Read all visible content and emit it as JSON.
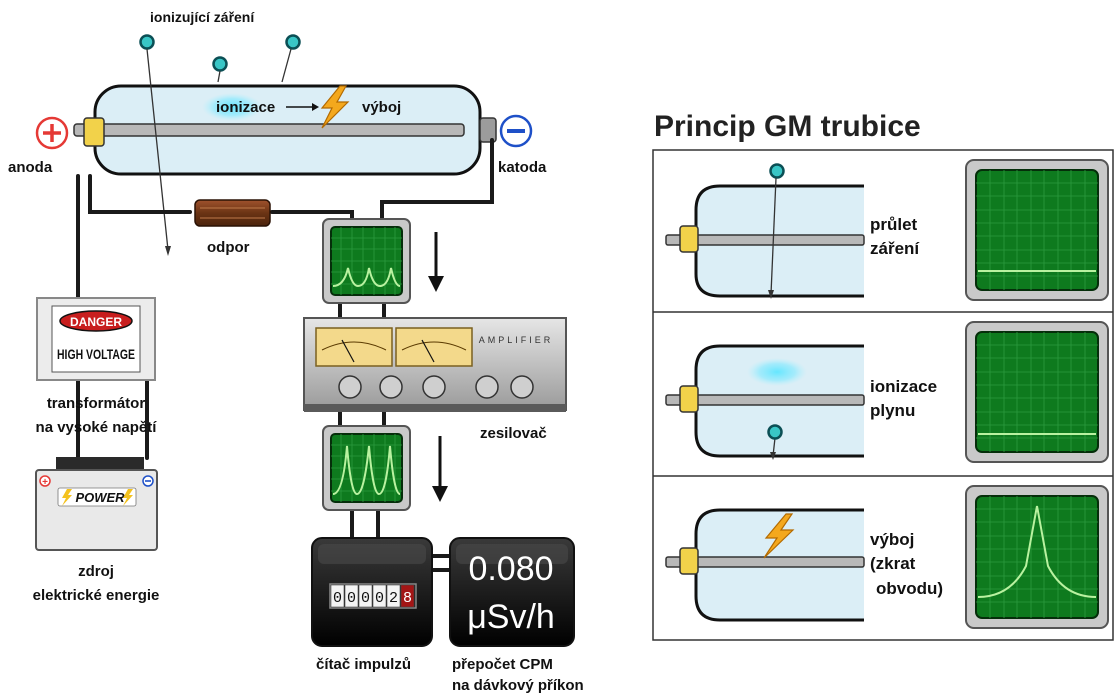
{
  "left": {
    "radiation_label": "ionizující záření",
    "ionization_label": "ionizace",
    "discharge_label": "výboj",
    "anode_label": "anoda",
    "cathode_label": "katoda",
    "resistor_label": "odpor",
    "transformer": {
      "danger": "DANGER",
      "high_voltage": "HIGH VOLTAGE",
      "caption_line1": "transformátor",
      "caption_line2": "na vysoké napětí"
    },
    "battery": {
      "brand": "POWER",
      "caption_line1": "zdroj",
      "caption_line2": "elektrické energie"
    },
    "amplifier": {
      "panel_text": "AMPLIFIER",
      "caption": "zesilovač"
    },
    "counter": {
      "digits": [
        "0",
        "0",
        "0",
        "0",
        "2",
        "8"
      ],
      "caption": "čítač impulzů"
    },
    "dosemeter": {
      "value": "0.080",
      "unit": "μSv/h",
      "caption_line1": "přepočet CPM",
      "caption_line2": "na dávkový příkon"
    }
  },
  "right": {
    "title": "Princip GM trubice",
    "rows": [
      {
        "line1": "průlet",
        "line2": "záření",
        "line3": ""
      },
      {
        "line1": "ionizace",
        "line2": "plynu",
        "line3": ""
      },
      {
        "line1": "výboj",
        "line2": "(zkrat",
        "line3": "obvodu)"
      }
    ]
  },
  "colors": {
    "tube_fill": "#dbeef6",
    "scope_green": "#0e7a1e",
    "trace": "#b9f2a0",
    "particle": "#39c6c6",
    "anode_red": "#e53935",
    "cathode_blue": "#1e50c8",
    "bolt": "#f4a81d"
  }
}
